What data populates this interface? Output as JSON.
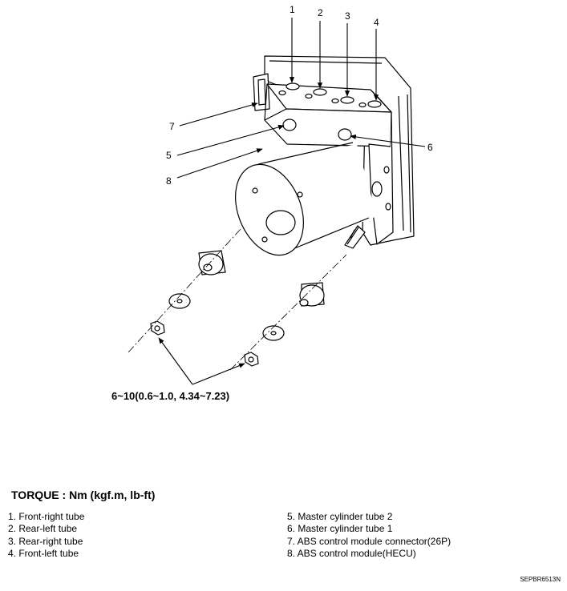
{
  "diagram": {
    "callouts": [
      "1",
      "2",
      "3",
      "4",
      "5",
      "6",
      "7",
      "8"
    ],
    "torque_spec": "6~10(0.6~1.0, 4.34~7.23)"
  },
  "legend": {
    "title": "TORQUE : Nm (kgf.m, lb-ft)",
    "left_items": [
      "1. Front-right tube",
      "2. Rear-left tube",
      "3. Rear-right tube",
      "4. Front-left tube"
    ],
    "right_items": [
      "5. Master cylinder tube 2",
      "6. Master cylinder tube 1",
      "7. ABS control module connector(26P)",
      "8. ABS control module(HECU)"
    ]
  },
  "figure_code": "SEPBR6513N"
}
